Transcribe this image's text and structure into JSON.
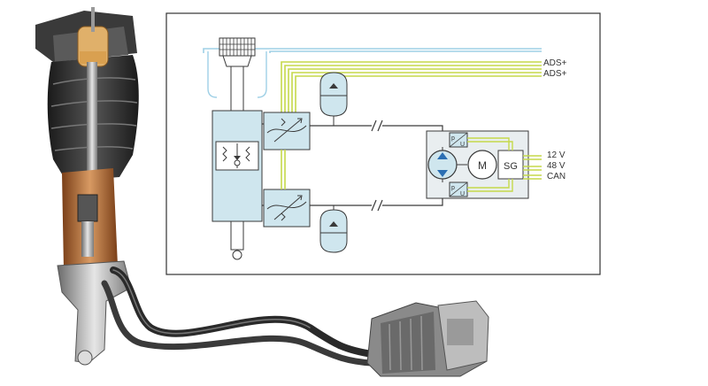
{
  "diagram": {
    "labels": {
      "ads_plus_1": "ADS+",
      "ads_plus_2": "ADS+",
      "motor": "M",
      "controller": "SG",
      "voltage_12": "12 V",
      "voltage_48": "48 V",
      "can": "CAN",
      "pu_top_p": "p",
      "pu_top_u": "U",
      "pu_bot_p": "p",
      "pu_bot_u": "U"
    }
  },
  "colors": {
    "component_fill": "#cfe6ee",
    "component_stroke": "#3a3a3a",
    "signal_green": "#c5d94a",
    "signal_blue": "#9fd0e6",
    "pump_blue": "#2b6fb3",
    "panel_border": "#333333"
  }
}
